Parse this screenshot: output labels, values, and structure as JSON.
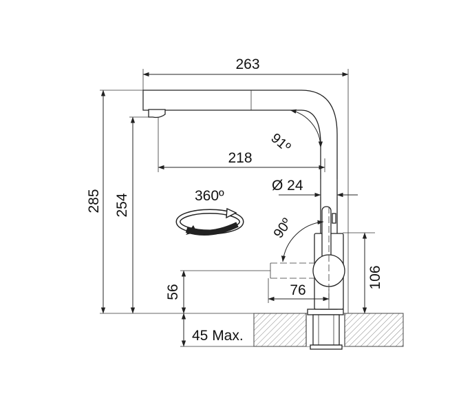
{
  "dimensions": {
    "overall_width": "263",
    "spout_reach": "218",
    "total_height": "285",
    "spout_height": "254",
    "lever_height": "106",
    "pivot_height": "56",
    "lever_reach": "76",
    "counter_thickness": "45 Max.",
    "tube_diameter": "Ø 24"
  },
  "angles": {
    "rotation": "360º",
    "spout_angle": "91º",
    "lever_angle": "90º"
  }
}
